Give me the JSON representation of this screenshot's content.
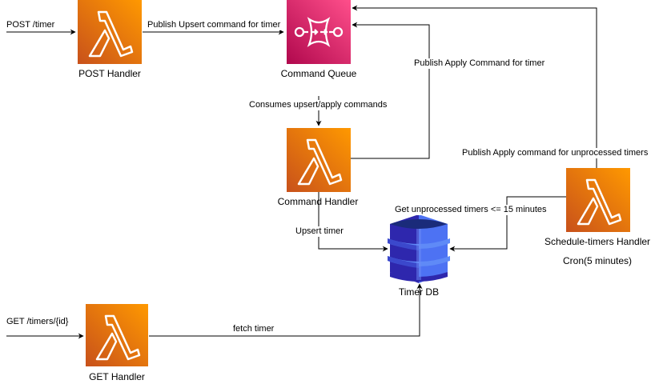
{
  "nodes": {
    "post_handler": {
      "label": "POST Handler",
      "icon": "lambda-icon"
    },
    "command_queue": {
      "label": "Command Queue",
      "icon": "sqs-queue-icon"
    },
    "command_handler": {
      "label": "Command Handler",
      "icon": "lambda-icon"
    },
    "timer_db": {
      "label": "Timer DB",
      "icon": "dynamodb-icon"
    },
    "schedule_handler": {
      "label": "Schedule-timers Handler",
      "sublabel": "Cron(5 minutes)",
      "icon": "lambda-icon"
    },
    "get_handler": {
      "label": "GET Handler",
      "icon": "lambda-icon"
    }
  },
  "edges": {
    "post_in": "POST /timer",
    "publish_upsert": "Publish Upsert command for timer",
    "publish_apply": "Publish Apply Command for timer",
    "consumes": "Consumes upsert/apply commands",
    "publish_apply_unprocessed": "Publish Apply command for unprocessed timers",
    "get_unprocessed": "Get unprocessed timers <= 15 minutes",
    "upsert_timer": "Upsert timer",
    "get_in": "GET /timers/{id}",
    "fetch_timer": "fetch timer"
  },
  "colors": {
    "lambda_top": "#f78e04",
    "lambda_bottom": "#d05c17",
    "sqs_top": "#ff4f8b",
    "sqs_bottom": "#bc1356",
    "dynamo_light": "#4d72f3",
    "dynamo_dark": "#2e27ad",
    "line": "#000000"
  }
}
